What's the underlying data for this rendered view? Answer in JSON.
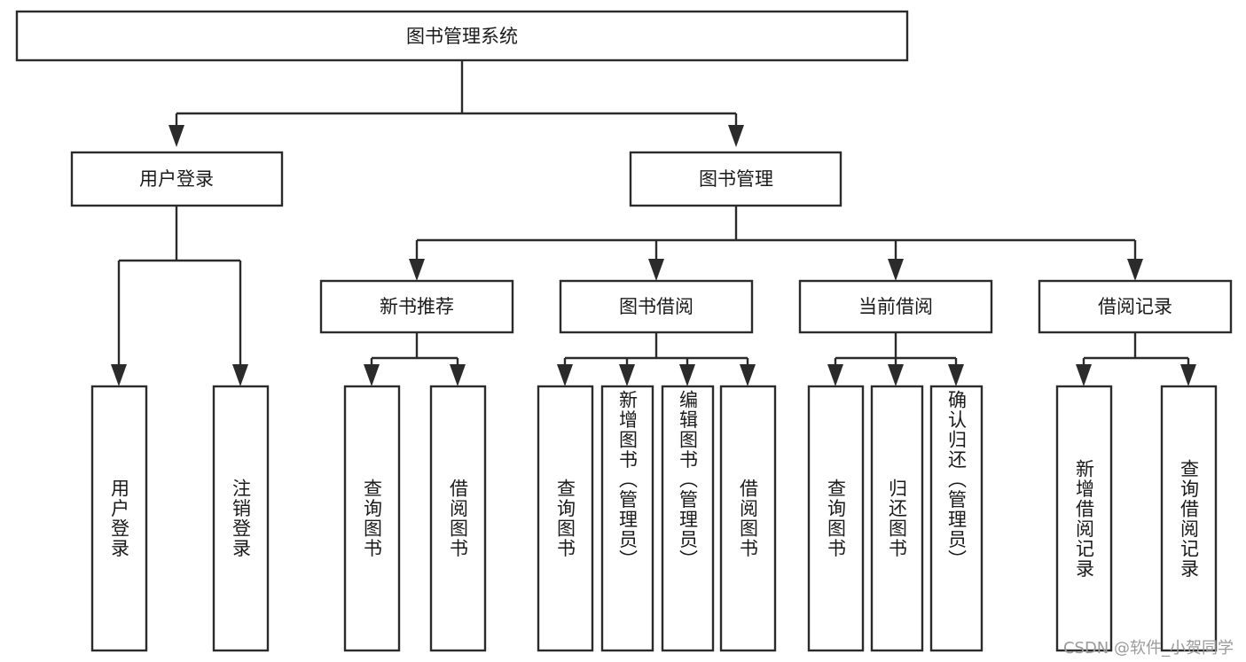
{
  "diagram": {
    "title": "图书管理系统",
    "type": "tree-hierarchy",
    "watermark": "CSDN @软件_小贺同学",
    "root": {
      "label": "图书管理系统"
    },
    "level2": [
      {
        "label": "用户登录"
      },
      {
        "label": "图书管理"
      }
    ],
    "level3": [
      {
        "label": "新书推荐"
      },
      {
        "label": "图书借阅"
      },
      {
        "label": "当前借阅"
      },
      {
        "label": "借阅记录"
      }
    ],
    "leaves": {
      "user_login": [
        {
          "label": "用户登录"
        },
        {
          "label": "注销登录"
        }
      ],
      "new_book_recommend": [
        {
          "label": "查询图书"
        },
        {
          "label": "借阅图书"
        }
      ],
      "book_borrow": [
        {
          "label": "查询图书"
        },
        {
          "label": "新增图书（管理员）"
        },
        {
          "label": "编辑图书（管理员）"
        },
        {
          "label": "借阅图书"
        }
      ],
      "current_borrow": [
        {
          "label": "查询图书"
        },
        {
          "label": "归还图书"
        },
        {
          "label": "确认归还（管理员）"
        }
      ],
      "borrow_records": [
        {
          "label": "新增借阅记录"
        },
        {
          "label": "查询借阅记录"
        }
      ]
    },
    "colors": {
      "stroke": "#2b2b2b",
      "fill": "#ffffff",
      "text": "#1a1a1a",
      "watermark": "#9a9a9a"
    }
  }
}
